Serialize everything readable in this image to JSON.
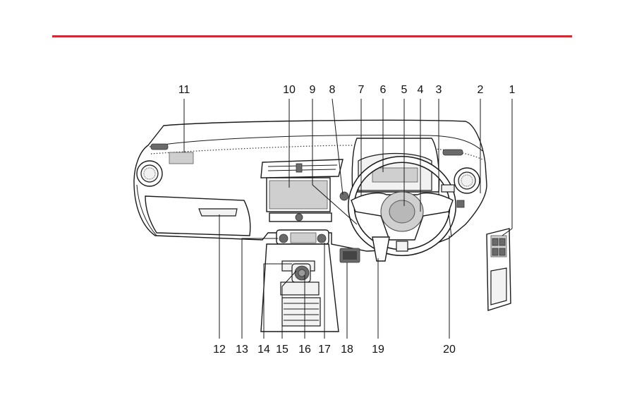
{
  "theme": {
    "rule_color": "#d02a34",
    "line_color": "#1a1a1a"
  },
  "callouts": [
    {
      "id": "1",
      "label": "1"
    },
    {
      "id": "2",
      "label": "2"
    },
    {
      "id": "3",
      "label": "3"
    },
    {
      "id": "4",
      "label": "4"
    },
    {
      "id": "5",
      "label": "5"
    },
    {
      "id": "6",
      "label": "6"
    },
    {
      "id": "7",
      "label": "7"
    },
    {
      "id": "8",
      "label": "8"
    },
    {
      "id": "9",
      "label": "9"
    },
    {
      "id": "10",
      "label": "10"
    },
    {
      "id": "11",
      "label": "11"
    },
    {
      "id": "12",
      "label": "12"
    },
    {
      "id": "13",
      "label": "13"
    },
    {
      "id": "14",
      "label": "14"
    },
    {
      "id": "15",
      "label": "15"
    },
    {
      "id": "16",
      "label": "16"
    },
    {
      "id": "17",
      "label": "17"
    },
    {
      "id": "18",
      "label": "18"
    },
    {
      "id": "19",
      "label": "19"
    },
    {
      "id": "20",
      "label": "20"
    }
  ]
}
